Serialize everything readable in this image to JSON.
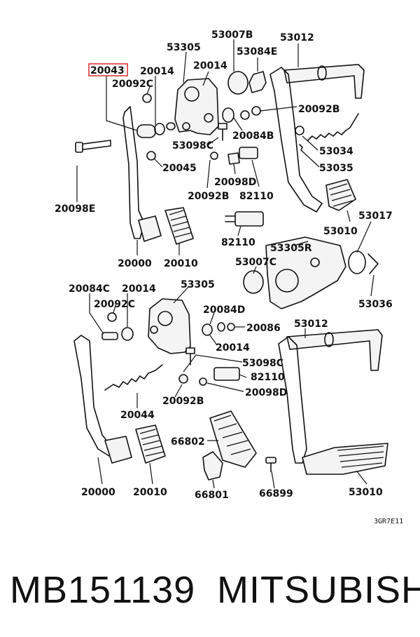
{
  "highlight_color": "#d92b2b",
  "labels": {
    "l_53007B_top": "53007B",
    "l_53012_top": "53012",
    "l_53305_top": "53305",
    "l_53084E": "53084E",
    "l_20043": "20043",
    "l_20014_a": "20014",
    "l_20014_b": "20014",
    "l_20092C_a": "20092C",
    "l_20092B_a": "20092B",
    "l_20084B": "20084B",
    "l_53098C_a": "53098C",
    "l_53034": "53034",
    "l_53035": "53035",
    "l_20045": "20045",
    "l_20098E": "20098E",
    "l_20098D_a": "20098D",
    "l_20092B_b": "20092B",
    "l_82110_a": "82110",
    "l_53010_a": "53010",
    "l_53017": "53017",
    "l_82110_b": "82110",
    "l_53305R": "53305R",
    "l_20000_a": "20000",
    "l_20010_a": "20010",
    "l_53007C": "53007C",
    "l_53036": "53036",
    "l_20084C": "20084C",
    "l_20014_c": "20014",
    "l_53305_b": "53305",
    "l_20092C_b": "20092C",
    "l_20084D": "20084D",
    "l_20086": "20086",
    "l_53012_b": "53012",
    "l_20014_d": "20014",
    "l_53098C_b": "53098C",
    "l_82110_c": "82110",
    "l_20098D_b": "20098D",
    "l_20092B_c": "20092B",
    "l_20044": "20044",
    "l_66802": "66802",
    "l_20000_b": "20000",
    "l_20010_b": "20010",
    "l_66801": "66801",
    "l_66899": "66899",
    "l_53010_b": "53010"
  },
  "diagram_code": "3GR7E11",
  "footer": {
    "part_number": "MB151139",
    "brand": "MITSUBISHI"
  }
}
